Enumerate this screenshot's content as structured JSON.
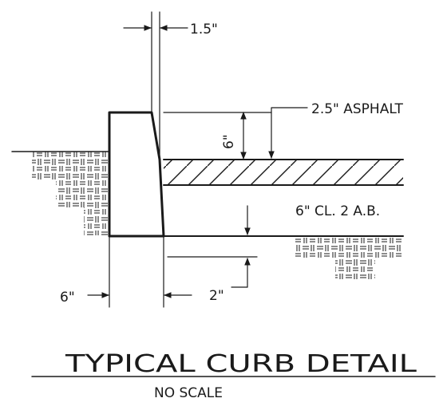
{
  "title": "TYPICAL CURB DETAIL",
  "subtitle": "NO SCALE",
  "labels": {
    "curb_offset": "1.5\"",
    "asphalt": "2.5\" ASPHALT",
    "curb_reveal": "6\"",
    "base": "6\" CL. 2 A.B.",
    "curb_width": "6\"",
    "embed": "2\""
  },
  "colors": {
    "ink": "#1a1a1a",
    "paper": "#ffffff"
  }
}
